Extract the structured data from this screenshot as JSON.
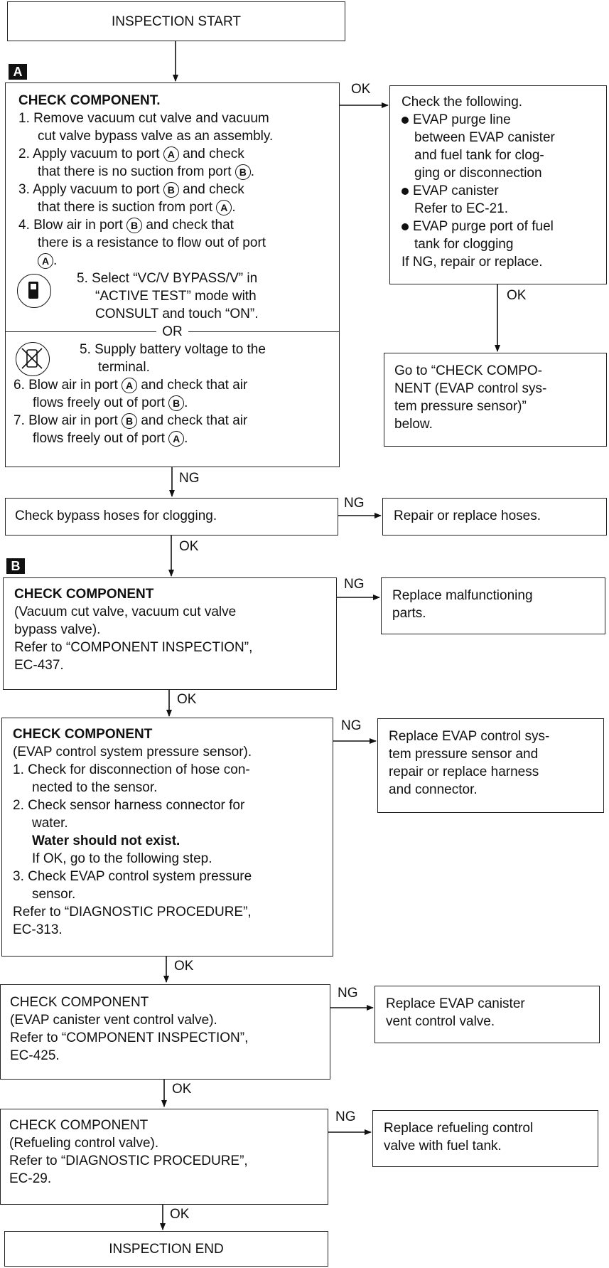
{
  "start": "INSPECTION START",
  "end": "INSPECTION END",
  "labels": {
    "ok": "OK",
    "ng": "NG",
    "or": "OR"
  },
  "tags": {
    "a": "A",
    "b": "B"
  },
  "icons": {
    "consult": "consult-tester-icon",
    "no_tester": "no-tester-icon"
  },
  "circled": {
    "a": "A",
    "b": "B"
  },
  "step_a": {
    "title": "CHECK COMPONENT.",
    "s1a": "1. Remove vacuum cut valve and vacuum",
    "s1b": "cut valve bypass valve as an assembly.",
    "s2a_pre": "2. Apply vacuum to port",
    "s2a_post": "and check",
    "s2b_pre": "that there is no suction from port",
    "s2b_post": ".",
    "s3a_pre": "3. Apply vacuum to port",
    "s3a_post": "and check",
    "s3b_pre": "that there is suction from port",
    "s3b_post": ".",
    "s4a_pre": "4. Blow air in port",
    "s4a_post": "and check that",
    "s4b": "there is a resistance to flow out of port",
    "s4c_post": ".",
    "s5a": "5. Select “VC/V BYPASS/V” in",
    "s5b": "“ACTIVE TEST” mode with",
    "s5c": "CONSULT and touch “ON”.",
    "s5alt_a": "5. Supply battery voltage to the",
    "s5alt_b": "terminal.",
    "s6a_pre": "6. Blow air in port",
    "s6a_post": "and check that air",
    "s6b_pre": "flows freely out of port",
    "s6b_post": ".",
    "s7a_pre": "7. Blow air in port",
    "s7a_post": "and check that air",
    "s7b_pre": "flows freely out of port",
    "s7b_post": "."
  },
  "check_following": {
    "title": "Check the following.",
    "b1a": "EVAP purge line",
    "b1b": "between EVAP canister",
    "b1c": "and fuel tank for clog-",
    "b1d": "ging or disconnection",
    "b2a": "EVAP canister",
    "b2b": "Refer to EC-21.",
    "b3a": "EVAP purge port of fuel",
    "b3b": "tank for clogging",
    "footer": "If NG, repair or replace."
  },
  "goto": {
    "l1": "Go to “CHECK COMPO-",
    "l2": "NENT (EVAP control sys-",
    "l3": "tem pressure sensor)”",
    "l4": "below."
  },
  "bypass": {
    "text": "Check bypass hoses for clogging.",
    "ng": "Repair or replace hoses."
  },
  "step_b": {
    "title": "CHECK COMPONENT",
    "l1": "(Vacuum cut valve, vacuum cut valve",
    "l2": "bypass valve).",
    "l3": "Refer to “COMPONENT INSPECTION”,",
    "l4": "EC-437.",
    "ng_l1": "Replace malfunctioning",
    "ng_l2": "parts."
  },
  "step_c": {
    "title": "CHECK COMPONENT",
    "l1": "(EVAP control system pressure sensor).",
    "l2": "1. Check for disconnection of hose con-",
    "l3": "nected to the sensor.",
    "l4": "2. Check sensor harness connector for",
    "l5": "water.",
    "l6": "Water should not exist.",
    "l7": "If OK, go to the following step.",
    "l8": "3. Check EVAP control system pressure",
    "l9": "sensor.",
    "l10": "Refer to “DIAGNOSTIC PROCEDURE”,",
    "l11": "EC-313.",
    "ng_l1": "Replace EVAP control sys-",
    "ng_l2": "tem pressure sensor and",
    "ng_l3": "repair or replace harness",
    "ng_l4": "and connector."
  },
  "step_d": {
    "title": "CHECK COMPONENT",
    "l1": "(EVAP canister vent control valve).",
    "l2": "Refer to “COMPONENT INSPECTION”,",
    "l3": "EC-425.",
    "ng_l1": "Replace EVAP canister",
    "ng_l2": "vent control valve."
  },
  "step_e": {
    "title": "CHECK COMPONENT",
    "l1": "(Refueling control valve).",
    "l2": "Refer to “DIAGNOSTIC PROCEDURE”,",
    "l3": "EC-29.",
    "ng_l1": "Replace refueling control",
    "ng_l2": "valve with fuel tank."
  },
  "colors": {
    "ink": "#111111",
    "paper": "#ffffff"
  }
}
